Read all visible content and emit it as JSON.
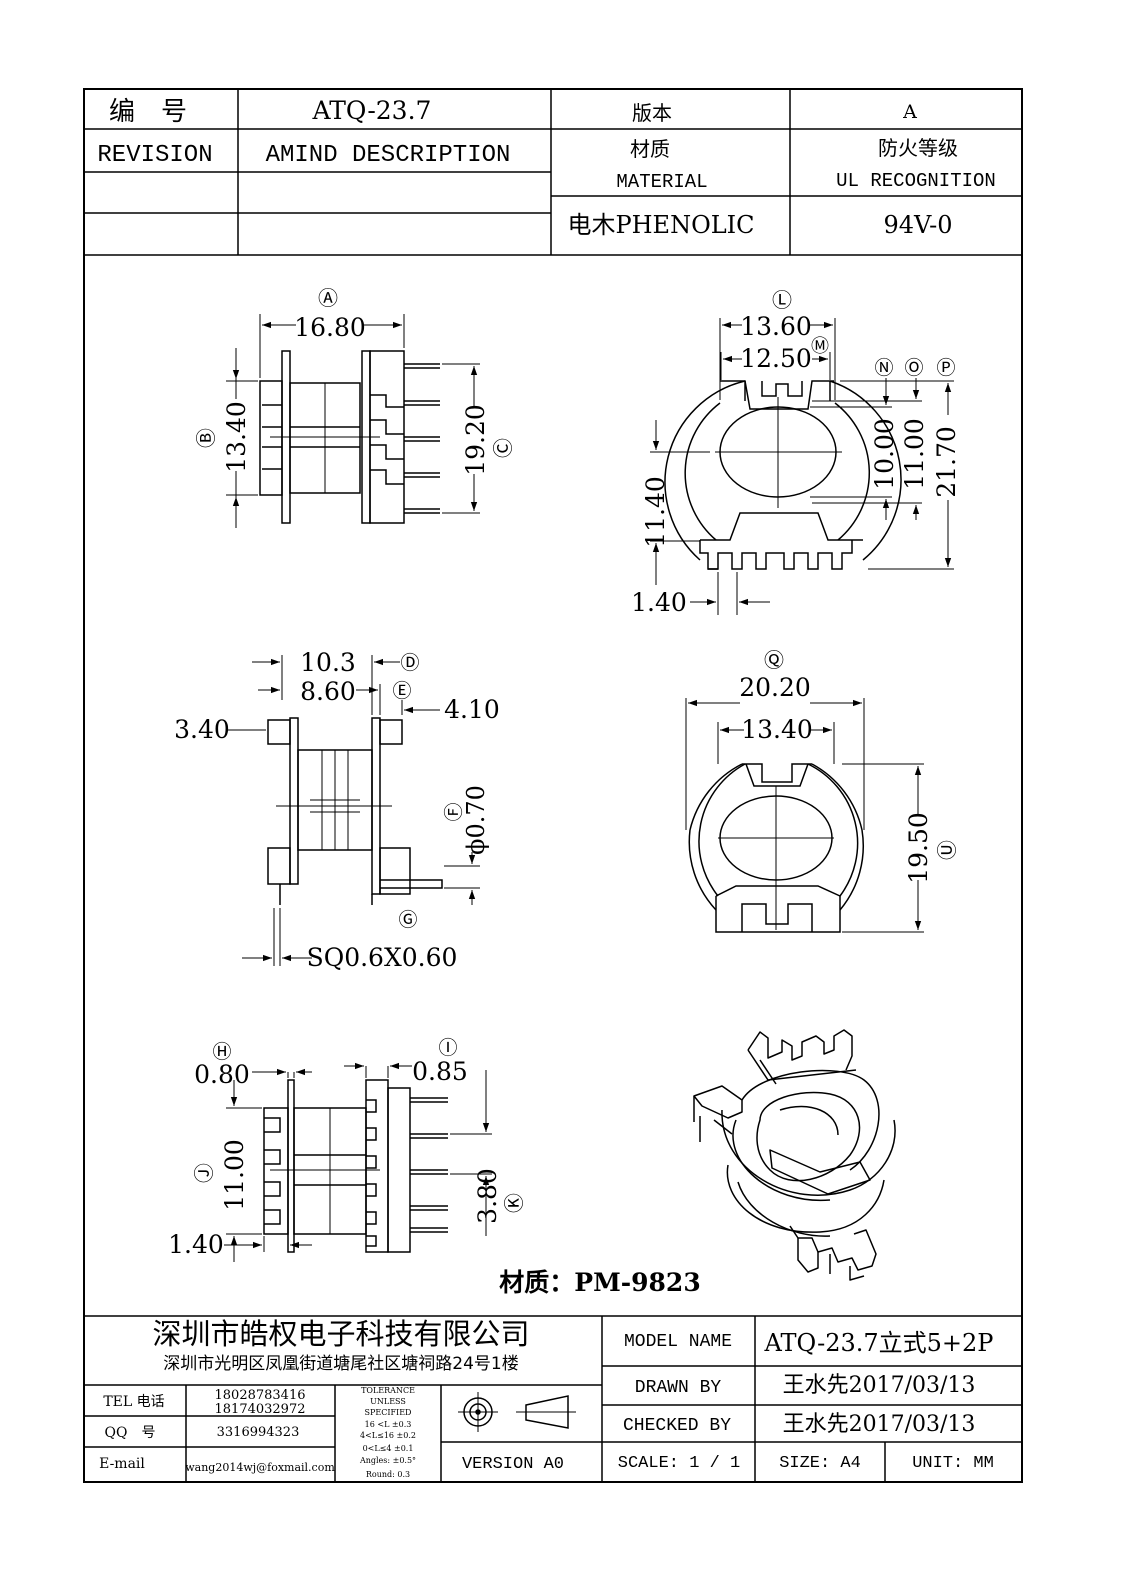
{
  "title_block": {
    "code_label": "编　号",
    "part_number": "ATQ-23.7",
    "version_label": "版本",
    "version_value": "A",
    "revision_label": "REVISION",
    "amend_label": "AMIND DESCRIPTION",
    "material_label_cn": "材质",
    "material_label_en": "MATERIAL",
    "ul_label_cn": "防火等级",
    "ul_label_en": "UL RECOGNITION",
    "material_value": "电木PHENOLIC",
    "ul_value": "94V-0"
  },
  "dimensions": {
    "A_label": "Ⓐ",
    "A": "16.80",
    "B_label": "Ⓑ",
    "B": "13.40",
    "C_label": "Ⓒ",
    "C": "19.20",
    "L_label": "Ⓛ",
    "L": "13.60",
    "M_label": "Ⓜ",
    "M": "12.50",
    "N_label": "Ⓝ",
    "N": "10.00",
    "O_label": "Ⓞ",
    "O": "11.00",
    "P_label": "Ⓟ",
    "P": "21.70",
    "d11_40": "11.40",
    "d1_40": "1.40",
    "D_label": "Ⓓ",
    "D": "10.3",
    "E_label": "Ⓔ",
    "E": "8.60",
    "d4_10": "4.10",
    "d3_40": "3.40",
    "F_label": "Ⓕ",
    "F": "ϕ0.70",
    "G_label": "Ⓖ",
    "pin_sq": "SQ0.6X0.60",
    "Q_label": "Ⓠ",
    "Q": "20.20",
    "d13_40": "13.40",
    "U_label": "Ⓤ",
    "U": "19.50",
    "H_label": "Ⓗ",
    "H": "0.80",
    "I_label": "Ⓘ",
    "I": "0.85",
    "J_label": "Ⓙ",
    "J": "11.00",
    "K_label": "Ⓚ",
    "K": "3.80",
    "d1_40b": "1.40"
  },
  "material_note": "材质：PM-9823",
  "footer": {
    "company": "深圳市皓权电子科技有限公司",
    "address": "深圳市光明区凤凰街道塘尾社区塘祠路24号1楼",
    "tel_label": "TEL 电话",
    "tel_1": "18028783416",
    "tel_2": "18174032972",
    "qq_label": "QQ　号",
    "qq": "3316994323",
    "email_label": "E-mail",
    "email": "wang2014wj@foxmail.com",
    "tolerance_lines": [
      "TOLERANCE",
      "UNLESS",
      "SPECIFIED",
      "16 <L       ±0.3",
      "4<L≤16      ±0.2",
      "0<L≤4       ±0.1",
      "Angles: ±0.5°",
      "Round: 0.3"
    ],
    "version": "VERSION A0",
    "model_label": "MODEL NAME",
    "model_value": "ATQ-23.7立式5+2P",
    "drawn_label": "DRAWN BY",
    "drawn_value": "王水先2017/03/13",
    "checked_label": "CHECKED BY",
    "checked_value": "王水先2017/03/13",
    "scale": "SCALE: 1 / 1",
    "size": "SIZE: A4",
    "unit": "UNIT: MM"
  }
}
